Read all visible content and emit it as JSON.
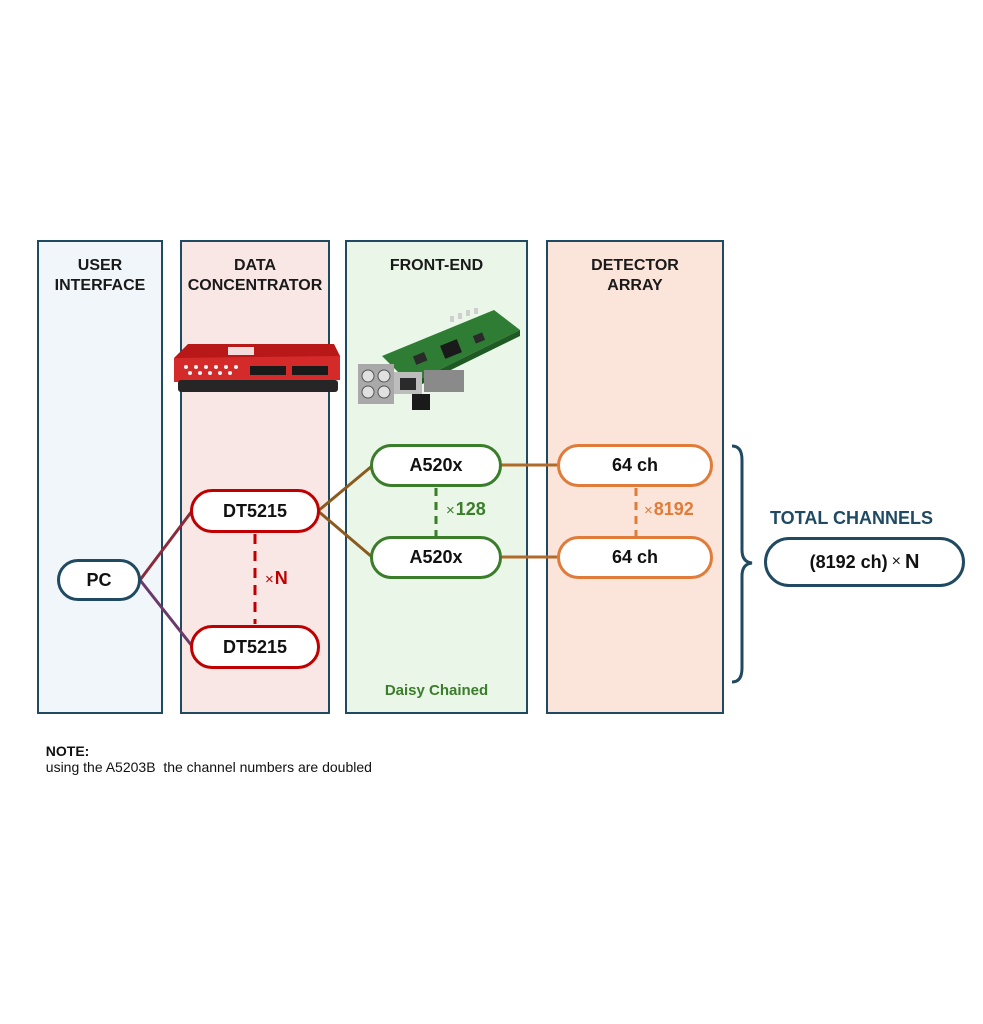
{
  "panels": {
    "user_interface": "USER\nINTERFACE",
    "data_concentrator": "DATA\nCONCENTRATOR",
    "front_end": "FRONT-END",
    "detector_array": "DETECTOR\nARRAY"
  },
  "nodes": {
    "pc": "PC",
    "dt5215_top": "DT5215",
    "dt5215_bottom": "DT5215",
    "a520x_top": "A520x",
    "a520x_bottom": "A520x",
    "ch_top": "64 ch",
    "ch_bottom": "64 ch"
  },
  "multipliers": {
    "concentrator": {
      "x": "×",
      "value": "N"
    },
    "front_end": {
      "x": "×",
      "value": "128"
    },
    "detector": {
      "x": "×",
      "value": "8192"
    }
  },
  "front_end_caption": "Daisy Chained",
  "total": {
    "title": "TOTAL CHANNELS",
    "formula": "(8192 ch)",
    "x": "×",
    "n": "N"
  },
  "note": {
    "label": "NOTE:",
    "text": "using the A5203B  the channel numbers are doubled"
  },
  "colors": {
    "panel_border": "#1f4a61",
    "user_interface_bg": "#f1f6fa",
    "concentrator_bg": "#f9e7e6",
    "front_end_bg": "#eaf6e7",
    "detector_bg": "#fbe4d9",
    "pc": "#1f4a61",
    "concentrator": "#c00000",
    "front_end": "#3a7d2a",
    "detector": "#e07b39"
  }
}
